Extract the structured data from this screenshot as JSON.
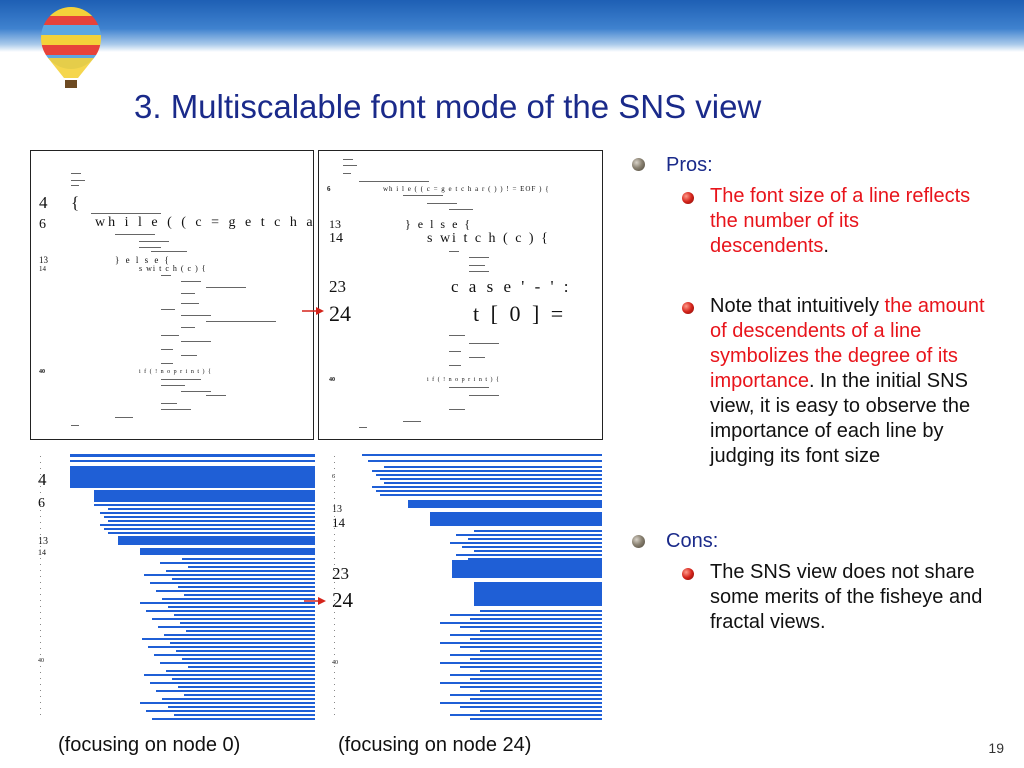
{
  "title": "3. Multiscalable font mode of the SNS view",
  "panels": {
    "left": {
      "line_numbers": [
        "4",
        "6",
        "13",
        "14",
        "40"
      ],
      "lines": [
        "{",
        "wh i l e ( ( c = g e t c h a r ( ) )   ! =",
        "}   e l s e   {",
        "s wi t c h ( c ) {",
        "i f ( ! n o p r i n t ) {"
      ]
    },
    "right": {
      "line_numbers": [
        "6",
        "13",
        "14",
        "23",
        "24",
        "40"
      ],
      "lines": [
        "wh i l e ( ( c = g e t c h a r ( ) )   ! =   EOF ) {",
        "}   e l s e   {",
        "s wi t c h ( c ) {",
        "c a s e     ' - ' :",
        "t [ 0 ]     =",
        "i f ( ! n o p r i n t ) {"
      ]
    }
  },
  "bar_panels": {
    "left": {
      "line_numbers": [
        "4",
        "6",
        "13",
        "14",
        "40"
      ]
    },
    "right": {
      "line_numbers": [
        "6",
        "13",
        "14",
        "23",
        "24",
        "40"
      ]
    }
  },
  "captions": {
    "left": "(focusing on node 0)",
    "right": "(focusing on node 24)"
  },
  "bullets": {
    "pros_label": "Pros:",
    "pros_1_red": "The font size of a line reflects the number of its descendents",
    "pros_1_end": ".",
    "pros_2_start": "Note that intuitively ",
    "pros_2_red": "the amount of descendents of a line symbolizes the degree of its importance",
    "pros_2_end": ". In the initial SNS view, it is easy to observe the importance of each line by judging its font size",
    "cons_label": "Cons:",
    "cons_1": "The SNS view does not share some merits of the fisheye and fractal views."
  },
  "page_number": "19",
  "colors": {
    "title": "#1a2a8a",
    "accent_red": "#e8141b",
    "bar_blue": "#1f5fd6"
  }
}
